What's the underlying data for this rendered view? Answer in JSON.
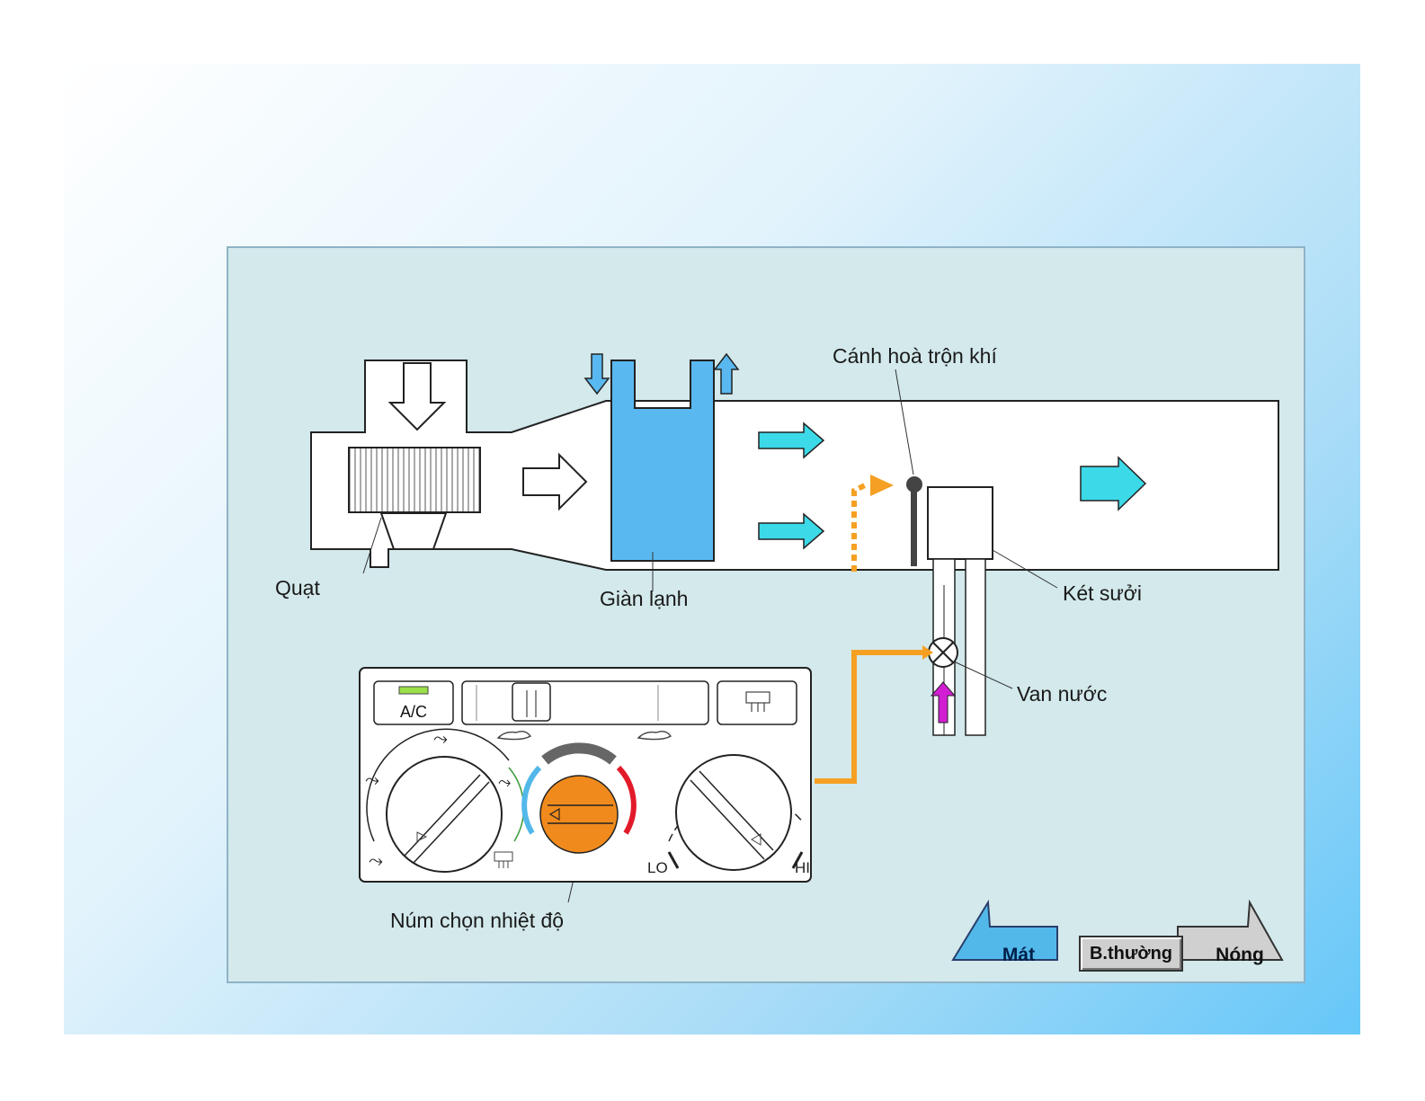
{
  "labels": {
    "fan": "Quạt",
    "evaporator": "Giàn lạnh",
    "blend_door": "Cánh hoà trộn khí",
    "heater_core": "Két sưởi",
    "water_valve": "Van nước",
    "temp_knob": "Núm chọn nhiệt độ"
  },
  "control_panel": {
    "ac_label": "A/C",
    "fan_lo": "LO",
    "fan_hi": "HI"
  },
  "buttons": {
    "cool": "Mát",
    "normal": "B.thường",
    "hot": "Nóng"
  },
  "colors": {
    "slide_background": "#66c7f8",
    "panel_background": "#d3e9ec",
    "evaporator": "#5ab8f0",
    "airflow_arrow": "#3cd9e8",
    "control_link": "#f5a023",
    "temp_knob": "#f08a1c",
    "coolant_arrow": "#d21ed2",
    "cool_arc": "#52b8ea",
    "hot_arc": "#e21a2a",
    "ac_indicator": "#9be04a",
    "cool_button": "#52b8ea",
    "hot_button": "#d0d0d0"
  }
}
